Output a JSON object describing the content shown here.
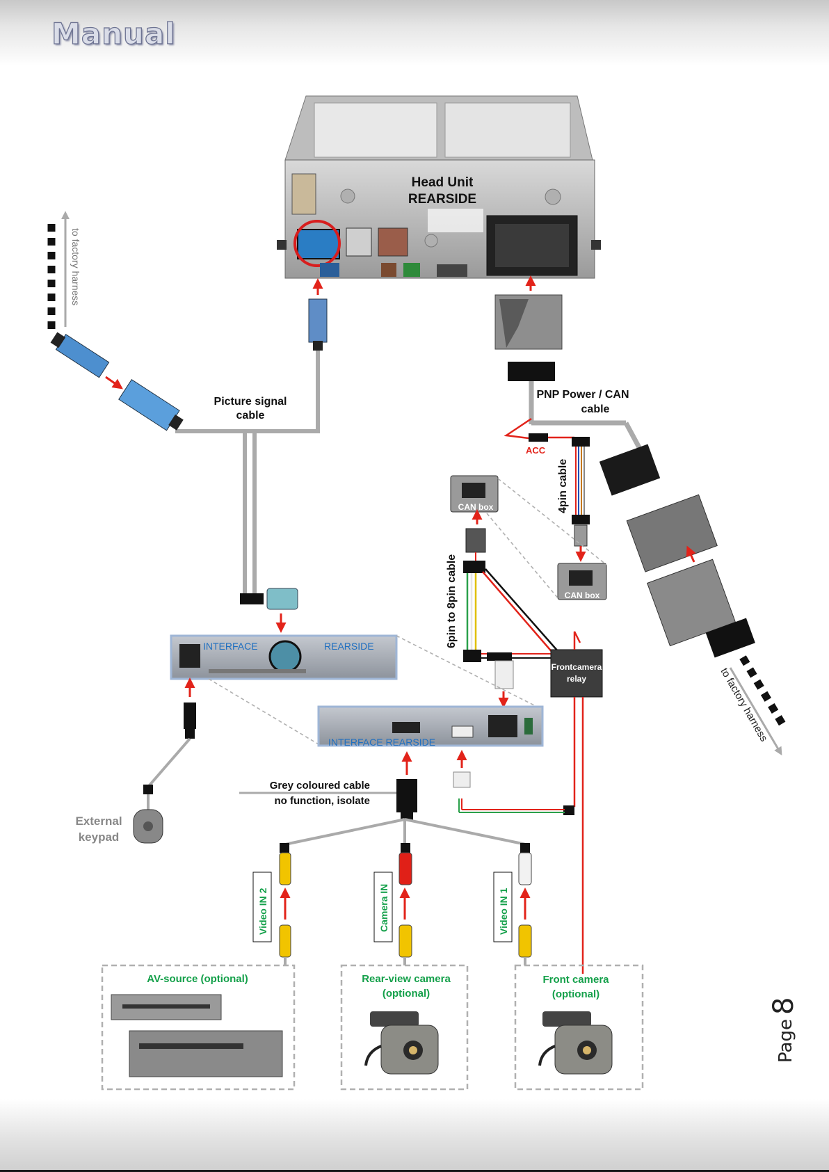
{
  "header": {
    "logo": "Manual"
  },
  "head_unit": {
    "line1": "Head Unit",
    "line2": "REARSIDE"
  },
  "labels": {
    "factory_left": "to factory harness",
    "factory_right": "to factory harness",
    "picture_line1": "Picture signal",
    "picture_line2": "cable",
    "pnp_line1": "PNP Power / CAN",
    "pnp_line2": "cable",
    "acc": "ACC",
    "pin4": "4pin cable",
    "pin6to8": "6pin to 8pin cable",
    "can_box_top": "CAN box",
    "can_box_bottom": "CAN box",
    "relay_line1": "Frontcamera",
    "relay_line2": "relay",
    "interface_top_left": "INTERFACE",
    "interface_top_right": "REARSIDE",
    "interface_bottom": "INTERFACE  REARSIDE",
    "grey_line1": "Grey coloured cable",
    "grey_line2": "no function, isolate",
    "keypad_line1": "External",
    "keypad_line2": "keypad",
    "video_in2": "Video IN 2",
    "camera_in": "Camera IN",
    "video_in1": "Video IN 1",
    "av_source": "AV-source (optional)",
    "rear_cam_line1": "Rear-view camera",
    "rear_cam_line2": "(optional)",
    "front_cam_line1": "Front camera",
    "front_cam_line2": "(optional)"
  },
  "page": {
    "label": "Page",
    "number": "8"
  },
  "colors": {
    "arrow": "#e2231a",
    "green_label": "#14a04a",
    "blue_label": "#1f6fc0",
    "cable": "#aaaaaa"
  }
}
